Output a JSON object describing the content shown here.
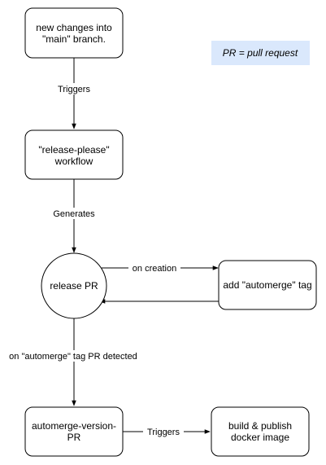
{
  "nodes": {
    "changes": {
      "lines": [
        "new changes into",
        "\"main\" branch."
      ]
    },
    "workflow": {
      "lines": [
        "\"release-please\"",
        "workflow"
      ]
    },
    "release_pr": {
      "lines": [
        "release PR"
      ]
    },
    "tag": {
      "lines": [
        "add \"automerge\" tag"
      ]
    },
    "automerge": {
      "lines": [
        "automerge-version-",
        "PR"
      ]
    },
    "build": {
      "lines": [
        "build & publish",
        "docker image"
      ]
    }
  },
  "edges": {
    "triggers_1": "Triggers",
    "generates": "Generates",
    "on_creation": "on creation",
    "tag_detected": "on \"automerge\" tag PR detected",
    "triggers_2": "Triggers"
  },
  "note": {
    "text": "PR = pull request",
    "color": "#dae8fc"
  }
}
